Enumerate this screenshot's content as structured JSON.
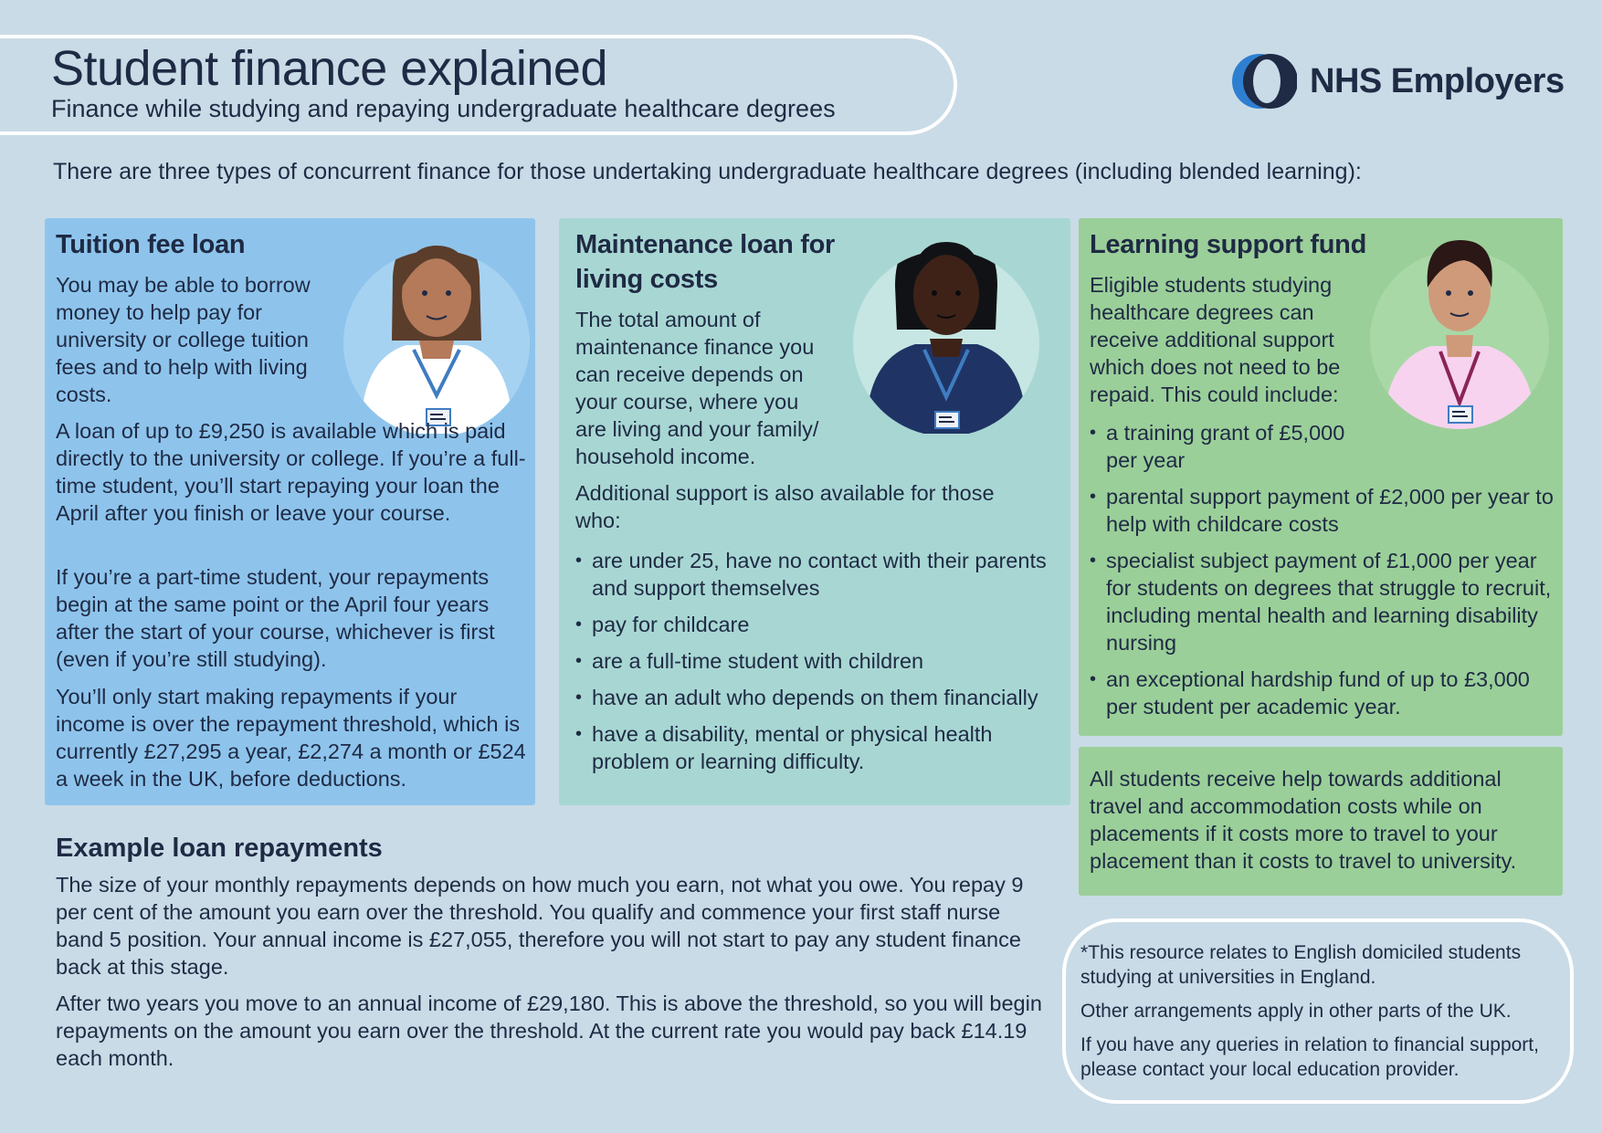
{
  "header": {
    "title": "Student finance explained",
    "subtitle": "Finance while studying and repaying undergraduate healthcare degrees",
    "logo_text": "NHS Employers"
  },
  "intro": "There are three types of concurrent finance for those undertaking undergraduate healthcare degrees (including blended learning):",
  "tuition": {
    "heading": "Tuition fee loan",
    "p1": "You may be able to borrow money to help pay for university or college tuition fees and to help with living costs.",
    "p2": "A loan of up to £9,250 is available which is paid directly to the university or college. If you’re a full-time student, you’ll start repaying your loan the April after you finish or leave your course.",
    "p3": "If you’re a part-time student, your repayments begin at the same point or the April four years after the start of your course, whichever is first (even if you’re still studying).",
    "p4": "You’ll only start making repayments if your income is over the repayment threshold, which is currently £27,295 a year, £2,274 a month or £524 a week in the UK, before deductions."
  },
  "maintenance": {
    "heading": "Maintenance loan for living costs",
    "p1": "The total amount of maintenance finance you can receive depends on your course, where you are living and your family/ household income.",
    "p2": "Additional support is also available for those who:",
    "bullets": [
      "are under 25, have no contact with their parents and support themselves",
      "pay for childcare",
      "are a full-time student with children",
      "have an adult who depends on them financially",
      "have a disability, mental or physical health problem or learning difficulty."
    ]
  },
  "learning": {
    "heading": "Learning support fund",
    "p1": "Eligible students studying healthcare degrees can receive additional support which does not need to be repaid. This could include:",
    "bullets": [
      "a training grant of £5,000 per year",
      "parental support payment of £2,000 per year to help with childcare costs",
      "specialist subject payment of £1,000 per year for students on degrees that struggle to recruit, including mental health and learning disability nursing",
      "an exceptional hardship fund of up to £3,000 per student per academic year."
    ]
  },
  "travel": "All students receive help towards additional travel and accommodation costs while on placements if it costs more to travel to your placement than it costs to travel to university.",
  "repayments": {
    "heading": "Example loan repayments",
    "p1": "The size of your monthly repayments depends on how much you earn, not what you owe. You repay 9 per cent of the amount you earn over the threshold. You qualify and commence your first staff nurse band 5 position. Your annual income is £27,055, therefore you will not start to pay any student finance back at this stage.",
    "p2": "After two years you move to an annual income of £29,180. This is above the threshold, so you will begin repayments on the amount you earn over the threshold. At the current rate you would pay back £14.19 each month."
  },
  "note": {
    "p1": "*This resource relates to English domiciled students studying at universities in England.",
    "p2": "Other arrangements apply in other parts of the UK.",
    "p3": "If you have any queries in relation to financial support, please contact your local education provider."
  },
  "colors": {
    "background": "#c9dbe6",
    "tuition_card": "#8ec4ec",
    "maintenance_card": "#a8d7d3",
    "learning_card": "#9bcf99",
    "text": "#1f2a44",
    "nhs_blue": "#2f7fd1"
  },
  "icons": {
    "logo": "nhs-employers-logo-icon",
    "avatar1": "nurse-white-uniform-avatar-icon",
    "avatar2": "nurse-navy-uniform-avatar-icon",
    "avatar3": "nurse-pink-uniform-avatar-icon"
  }
}
